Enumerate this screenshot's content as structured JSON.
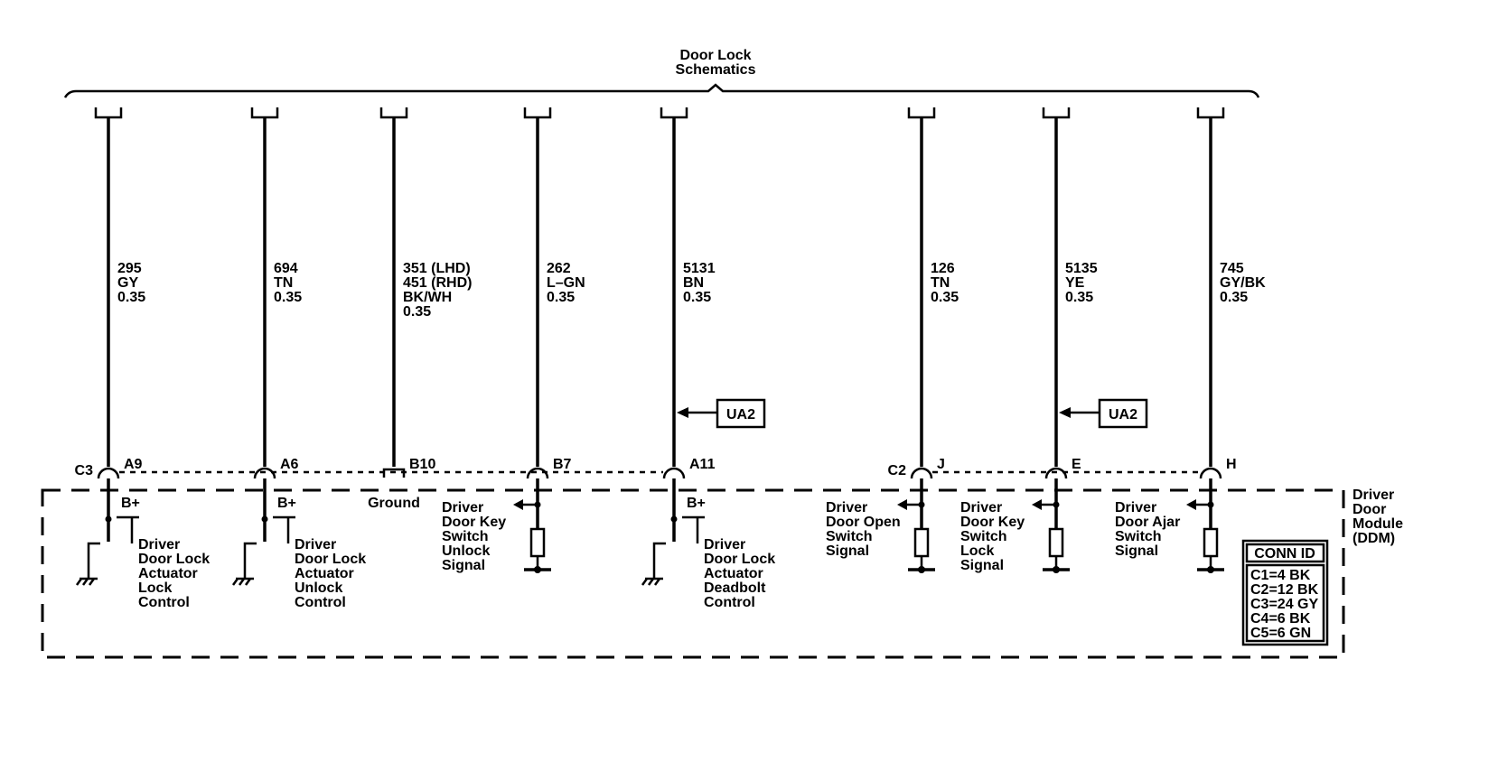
{
  "title_lines": [
    "Door Lock",
    "Schematics"
  ],
  "wires": [
    {
      "id": "w1",
      "lines": [
        "295",
        "GY",
        "0.35"
      ],
      "connector": "C3",
      "pin": "A9"
    },
    {
      "id": "w2",
      "lines": [
        "694",
        "TN",
        "0.35"
      ],
      "pin": "A6"
    },
    {
      "id": "w3",
      "lines": [
        "351 (LHD)",
        "451 (RHD)",
        "BK/WH",
        "0.35"
      ],
      "pin": "B10"
    },
    {
      "id": "w4",
      "lines": [
        "262",
        "L–GN",
        "0.35"
      ],
      "pin": "B7"
    },
    {
      "id": "w5",
      "lines": [
        "5131",
        "BN",
        "0.35"
      ],
      "pin": "A11",
      "ref": "UA2"
    },
    {
      "id": "w6",
      "lines": [
        "126",
        "TN",
        "0.35"
      ],
      "connector": "C2",
      "pin": "J"
    },
    {
      "id": "w7",
      "lines": [
        "5135",
        "YE",
        "0.35"
      ],
      "pin": "E",
      "ref": "UA2"
    },
    {
      "id": "w8",
      "lines": [
        "745",
        "GY/BK",
        "0.35"
      ],
      "pin": "H"
    }
  ],
  "circuits": [
    {
      "type": "actuator",
      "bplus": "B+",
      "lines": [
        "Driver",
        "Door Lock",
        "Actuator",
        "Lock",
        "Control"
      ]
    },
    {
      "type": "actuator",
      "bplus": "B+",
      "lines": [
        "Driver",
        "Door Lock",
        "Actuator",
        "Unlock",
        "Control"
      ]
    },
    {
      "type": "ground",
      "lines": [
        "Ground"
      ]
    },
    {
      "type": "switch",
      "lines": [
        "Driver",
        "Door Key",
        "Switch",
        "Unlock",
        "Signal"
      ]
    },
    {
      "type": "actuator",
      "bplus": "B+",
      "lines": [
        "Driver",
        "Door Lock",
        "Actuator",
        "Deadbolt",
        "Control"
      ]
    },
    {
      "type": "switch",
      "lines": [
        "Driver",
        "Door Open",
        "Switch",
        "Signal"
      ]
    },
    {
      "type": "switch",
      "lines": [
        "Driver",
        "Door Key",
        "Switch",
        "Lock",
        "Signal"
      ]
    },
    {
      "type": "switch",
      "lines": [
        "Driver",
        "Door Ajar",
        "Switch",
        "Signal"
      ]
    }
  ],
  "module_lines": [
    "Driver",
    "Door",
    "Module",
    "(DDM)"
  ],
  "conn_id": {
    "title": "CONN ID",
    "rows": [
      "C1=4 BK",
      "C2=12 BK",
      "C3=24 GY",
      "C4=6 BK",
      "C5=6 GN"
    ]
  }
}
